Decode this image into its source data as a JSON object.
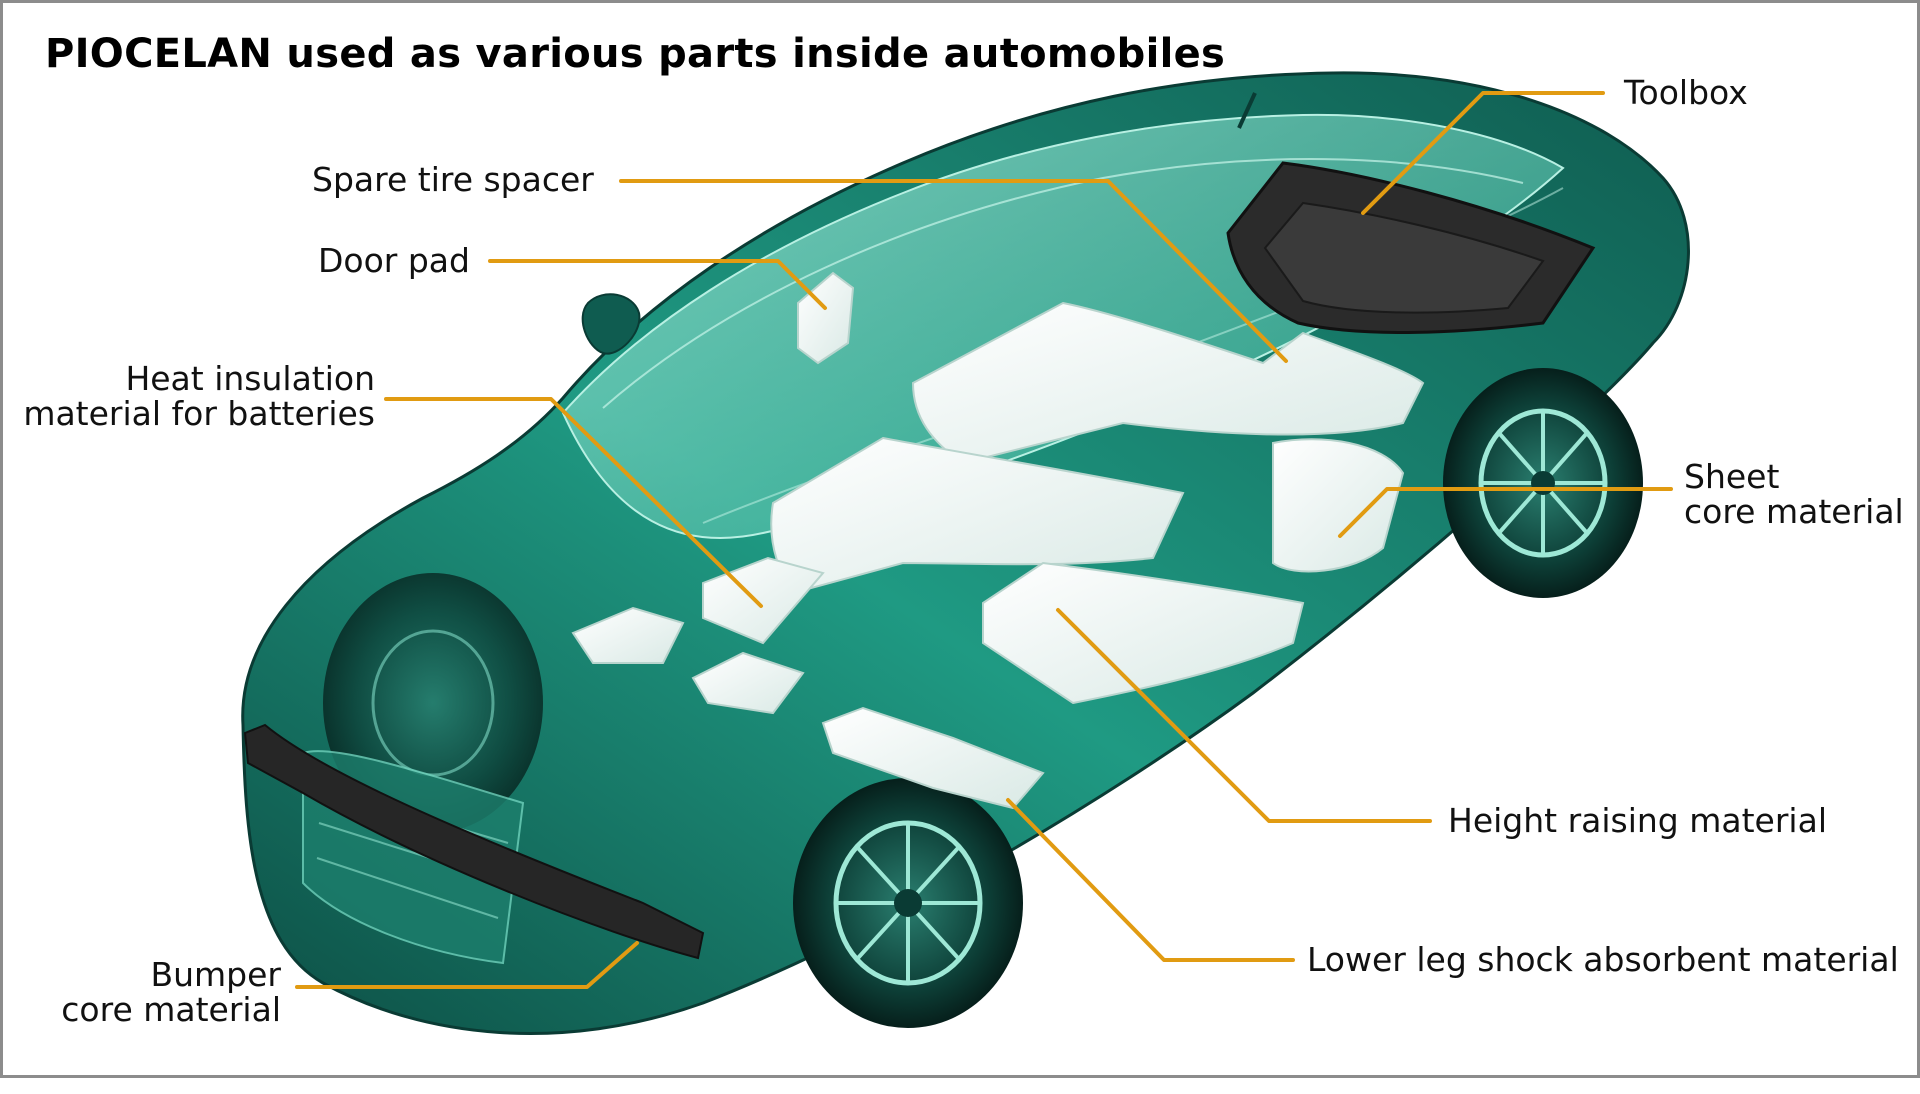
{
  "title": "PIOCELAN used as various parts inside automobiles",
  "colors": {
    "leader_line": "#e19b12",
    "car_body_dark": "#0f5c50",
    "car_body_mid": "#1f9a83",
    "car_glass": "#6fd3bd",
    "foam_parts": "#eef4f2",
    "toolbox": "#2b2b2b",
    "bumper_core": "#262626"
  },
  "labels": {
    "toolbox": "Toolbox",
    "spare_tire_spacer": "Spare tire spacer",
    "door_pad": "Door pad",
    "heat_insulation_line1": "Heat insulation",
    "heat_insulation_line2": "material for batteries",
    "sheet_core_line1": "Sheet",
    "sheet_core_line2": "core material",
    "height_raising": "Height raising material",
    "lower_leg": "Lower leg shock absorbent material",
    "bumper_line1": "Bumper",
    "bumper_line2": "core material"
  }
}
